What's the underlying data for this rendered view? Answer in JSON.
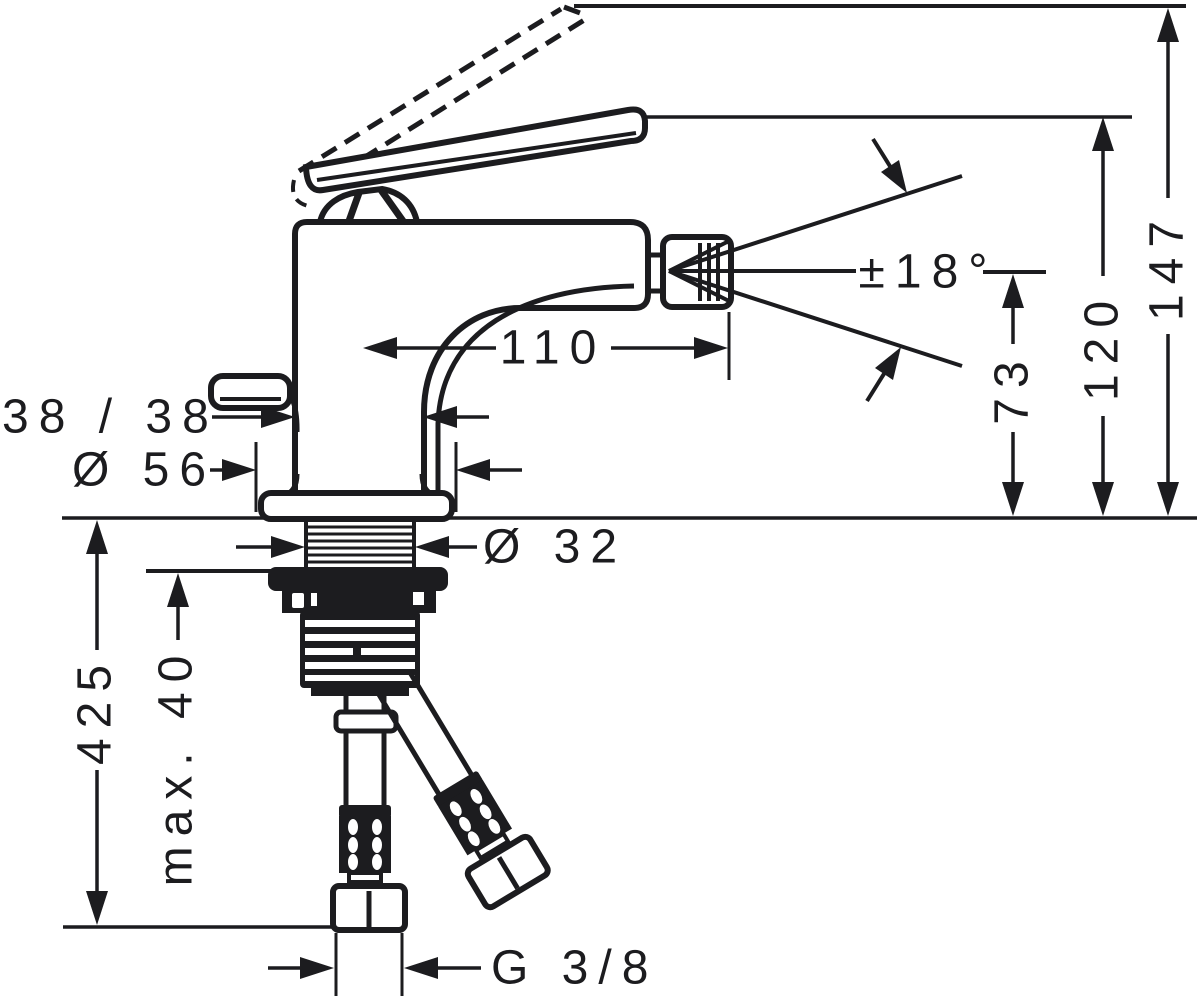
{
  "drawing": {
    "type": "technical-dimension-drawing",
    "subject": "single-lever bidet mixer, side elevation with mounting parts",
    "background_color": "#ffffff",
    "line_color": "#1c1c1f",
    "dimensions": {
      "total_height": "147",
      "handle_height": "120",
      "outlet_height": "73",
      "spray_angle": "±18°",
      "spout_reach": "110",
      "body_width_depth": "38 / 38",
      "base_diameter": "Ø 56",
      "shank_diameter": "Ø 32",
      "hose_length": "425",
      "max_mounting_thickness": "max. 40",
      "connection_thread": "G 3/8"
    }
  }
}
